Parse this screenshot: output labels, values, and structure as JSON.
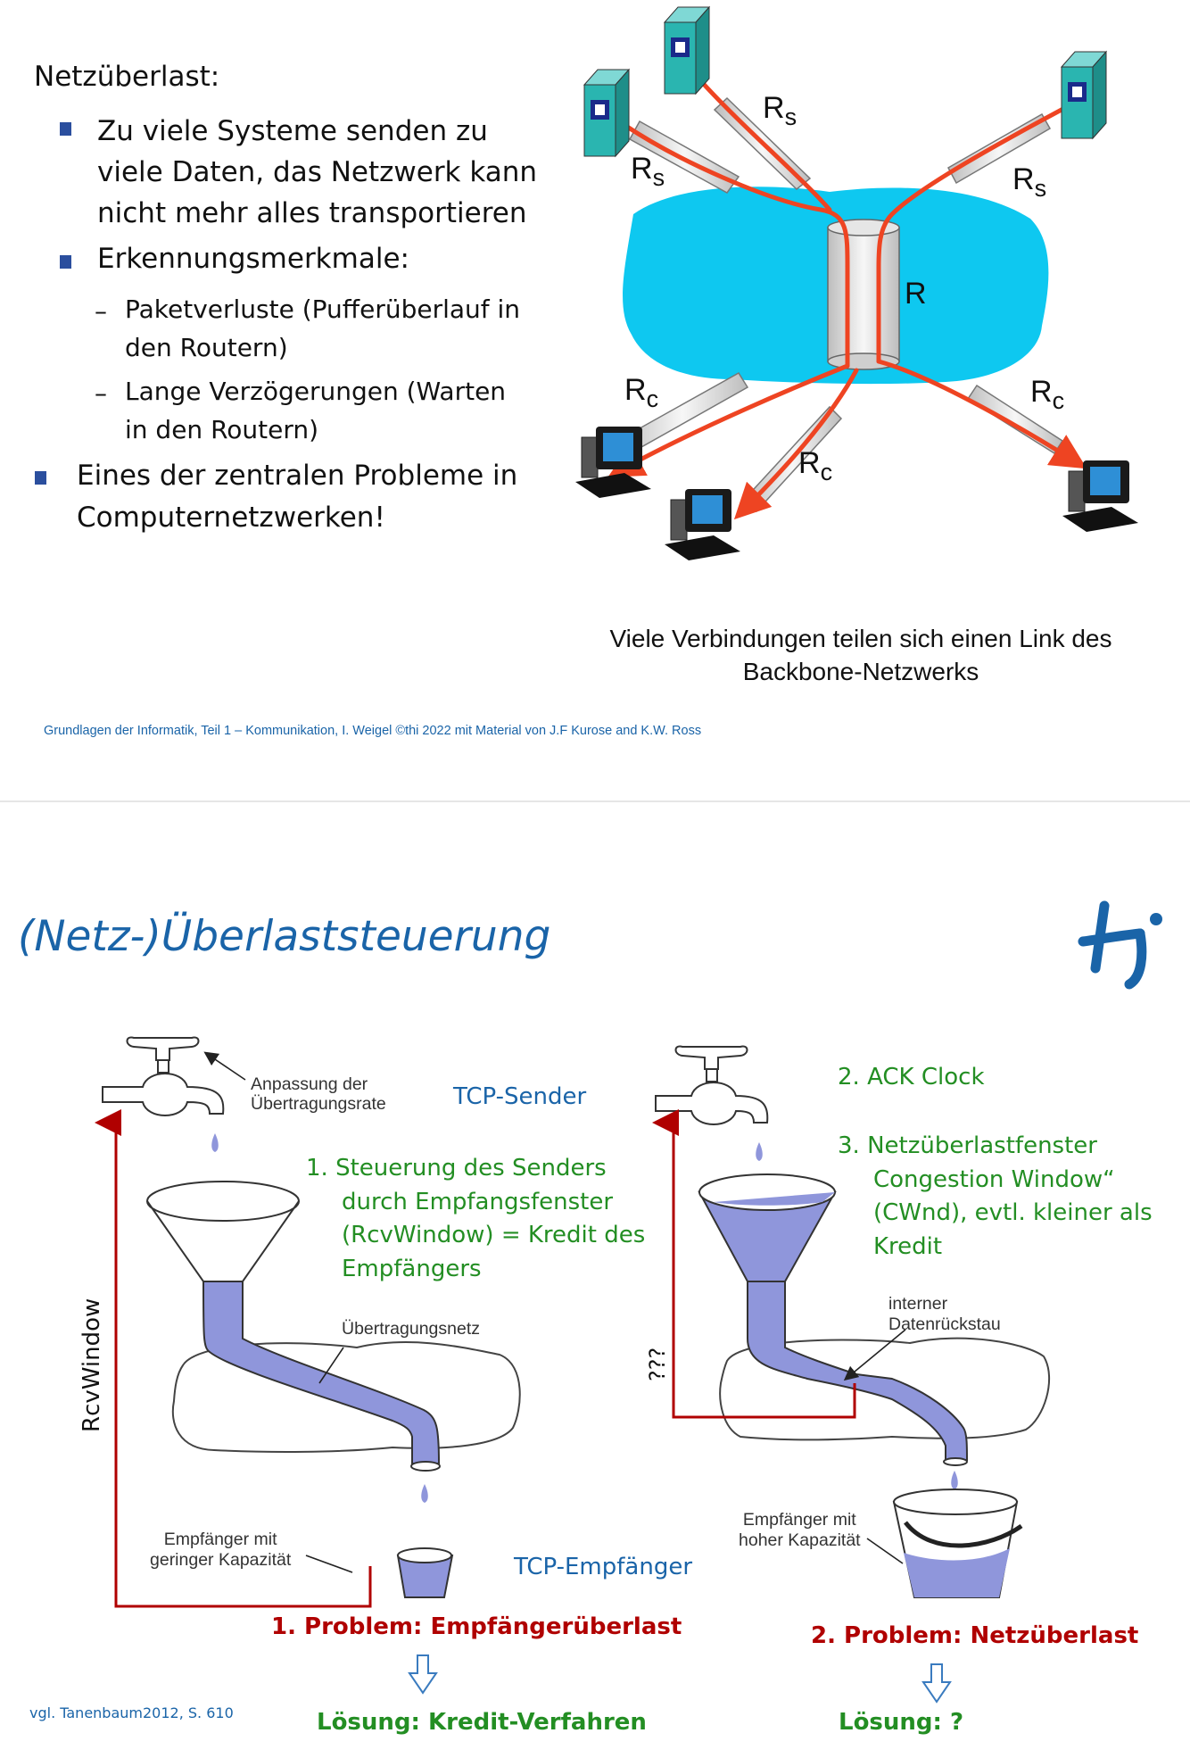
{
  "slide1": {
    "heading": "Netzüberlast:",
    "bullet1_line1": "Zu viele Systeme senden zu",
    "bullet1_line2": "viele Daten, das Netzwerk kann",
    "bullet1_line3": "nicht mehr alles transportieren",
    "bullet2": "Erkennungsmerkmale:",
    "sub1_line1": "Paketverluste (Pufferüberlauf in",
    "sub1_line2": "den Routern)",
    "sub2_line1": "Lange Verzögerungen (Warten",
    "sub2_line2": "in den Routern)",
    "bullet3_line1": "Eines der zentralen Probleme in",
    "bullet3_line2": "Computernetzwerken!",
    "caption_line1": "Viele Verbindungen teilen sich einen Link des",
    "caption_line2": "Backbone-Netzwerks",
    "label_R": "R",
    "label_Rs": "R",
    "label_Rs_sub": "s",
    "label_Rc": "R",
    "label_Rc_sub": "c",
    "footer": "Grundlagen der Informatik, Teil 1 – Kommunikation, I. Weigel ©thi 2022 mit Material von J.F Kurose and K.W. Ross"
  },
  "slide2": {
    "title": "(Netz-)Überlaststeuerung",
    "tcp_sender": "TCP-Sender",
    "anpassung_line1": "Anpassung der",
    "anpassung_line2": "Übertragungsrate",
    "point1_line1": "1.  Steuerung des Senders",
    "point1_line2": "durch Empfangsfenster",
    "point1_line3": "(RcvWindow) = Kredit des",
    "point1_line4": "Empfängers",
    "uebertragungsnetz": "Übertragungsnetz",
    "rcvwindow": "RcvWindow",
    "empf_gering_line1": "Empfänger mit",
    "empf_gering_line2": "geringer Kapazität",
    "tcp_empfaenger": "TCP-Empfänger",
    "problem1": "1. Problem: Empfängerüberlast",
    "loesung1": "Lösung: Kredit-Verfahren",
    "point2": "2.  ACK Clock",
    "point3_line1": "3.  Netzüberlastfenster",
    "point3_line2": "Congestion Window“",
    "point3_line3": "(CWnd), evtl. kleiner als",
    "point3_line4": "Kredit",
    "interner_line1": "interner",
    "interner_line2": "Datenrückstau",
    "question": "???",
    "empf_hoch_line1": "Empfänger mit",
    "empf_hoch_line2": "hoher Kapazität",
    "problem2": "2. Problem: Netzüberlast",
    "loesung2": "Lösung: ?",
    "reference": "vgl. Tanenbaum2012, S. 610"
  },
  "colors": {
    "cloud": "#0ec8f0",
    "pipe_line": "#ee4422",
    "server": "#2ab5b0",
    "water": "#8f96db",
    "green": "#238e23",
    "darkred": "#b00000",
    "tcp_blue": "#1a64a8",
    "title_blue": "#1a64a8",
    "bullet_blue": "#2b4f9e"
  }
}
